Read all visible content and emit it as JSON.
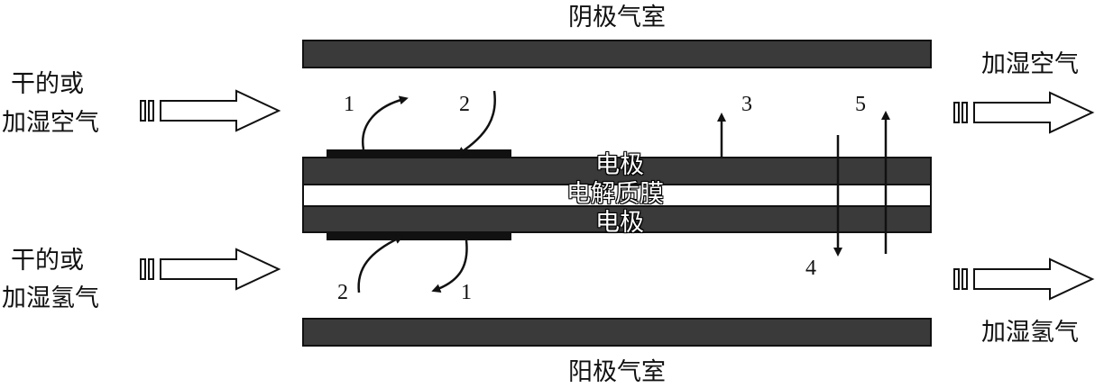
{
  "labels": {
    "cathode_chamber": "阴极气室",
    "anode_chamber": "阳极气室",
    "inlet_top_line1": "干的或",
    "inlet_top_line2": "加湿空气",
    "inlet_bottom_line1": "干的或",
    "inlet_bottom_line2": "加湿氢气",
    "outlet_top": "加湿空气",
    "outlet_bottom": "加湿氢气",
    "electrode_top": "电极",
    "membrane": "电解质膜",
    "electrode_bottom": "电极"
  },
  "markers": {
    "m1_top": "1",
    "m2_top": "2",
    "m3": "3",
    "m5": "5",
    "m4": "4",
    "m2_bottom": "2",
    "m1_bottom": "1"
  },
  "colors": {
    "plate": "#3a3a3a",
    "stroke": "#111111",
    "background": "#ffffff"
  }
}
